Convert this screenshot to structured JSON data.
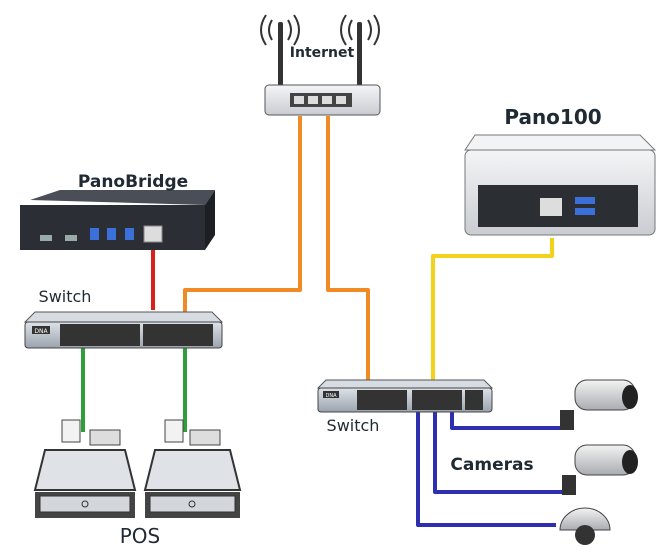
{
  "labels": {
    "internet": "Internet",
    "pano100": "Pano100",
    "panobridge": "PanoBridge",
    "switch_left": "Switch",
    "switch_right": "Switch",
    "cameras": "Cameras",
    "pos": "POS",
    "switch_brand": "DNA"
  },
  "cable_colors": {
    "panobridge_link": "#d9211c",
    "internet_uplink": "#f08a24",
    "pano100_link": "#f2d21b",
    "pos_link": "#2e9e3a",
    "camera_link": "#2d2fb0"
  }
}
